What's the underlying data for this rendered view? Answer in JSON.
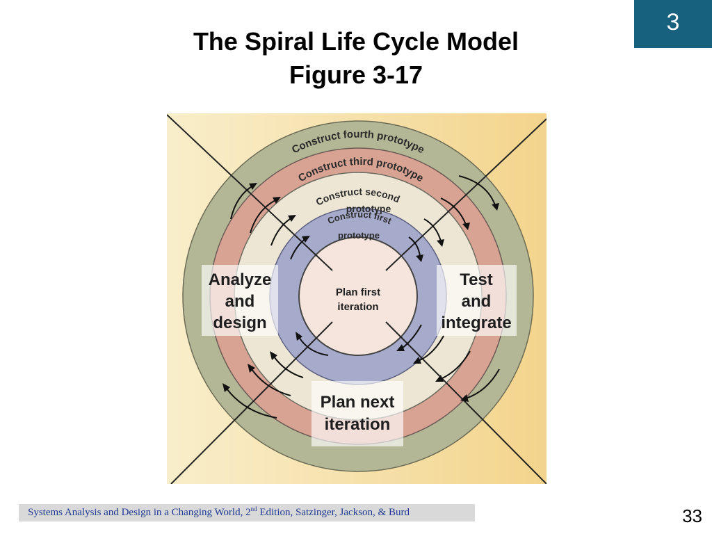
{
  "slide": {
    "chapter_number": "3",
    "title_line1": "The Spiral Life Cycle Model",
    "title_line2": "Figure 3-17",
    "page_number": "33"
  },
  "footer": {
    "text_before_sup": "Systems Analysis and Design in a Changing World, 2",
    "sup": "nd",
    "text_after_sup": " Edition, Satzinger, Jackson, & Burd"
  },
  "diagram": {
    "rings": [
      {
        "label": "Construct fourth prototype",
        "color": "#b4b796"
      },
      {
        "label": "Construct third prototype",
        "color": "#d9a394"
      },
      {
        "label_line1": "Construct second",
        "label_line2": "prototype",
        "color": "#ede6d4"
      },
      {
        "label_line1": "Construct first",
        "label_line2": "prototype",
        "color": "#a6aacb"
      }
    ],
    "center": {
      "line1": "Plan first",
      "line2": "iteration",
      "color": "#f6e5dd"
    },
    "quadrants": {
      "left": {
        "line1": "Analyze",
        "line2": "and",
        "line3": "design"
      },
      "right": {
        "line1": "Test",
        "line2": "and",
        "line3": "integrate"
      },
      "bottom": {
        "line1": "Plan next",
        "line2": "iteration"
      }
    },
    "background_colors": {
      "light": "#f9eecb",
      "dark": "#f3d48c"
    }
  }
}
